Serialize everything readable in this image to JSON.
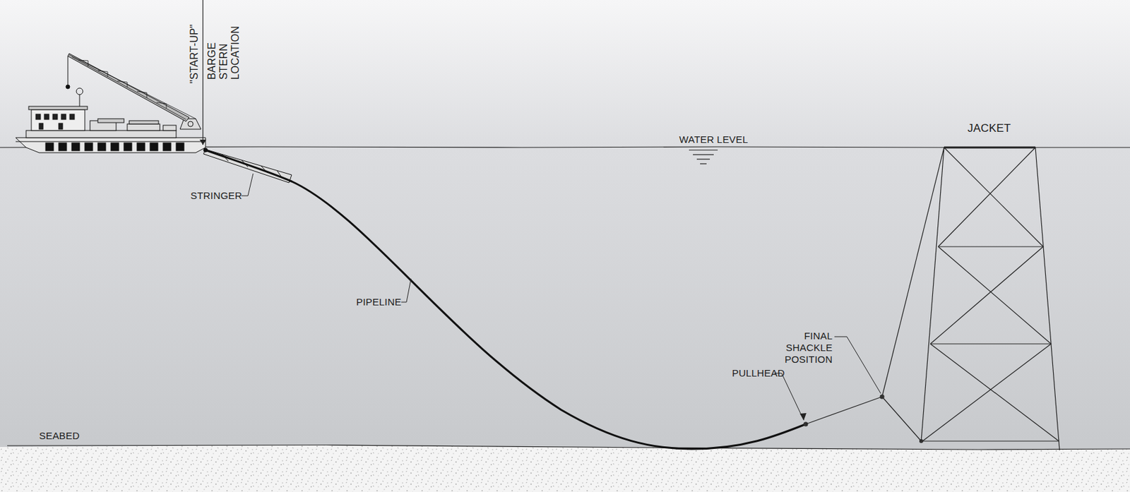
{
  "diagram": {
    "labels": [
      "\"START-UP\"",
      "BARGE STERN LOCATION",
      "WATER LEVEL",
      "JACKET",
      "STRINGER",
      "PIPELINE",
      "FINAL SHACKLE POSITION",
      "PULLHEAD",
      "SEABED"
    ]
  }
}
